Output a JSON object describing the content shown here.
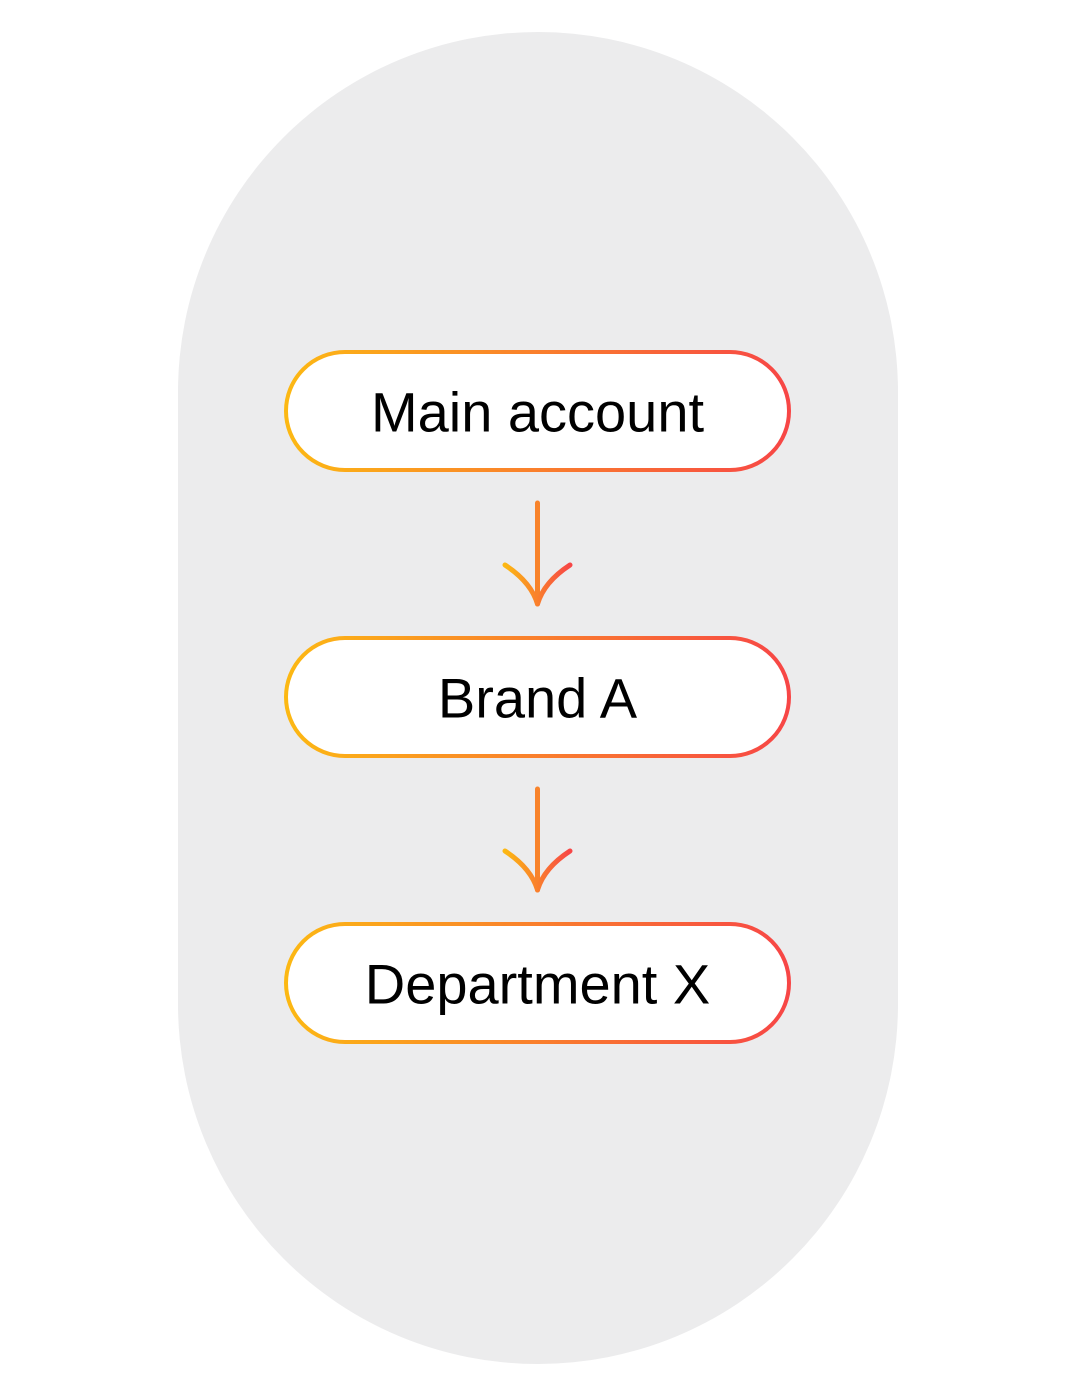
{
  "diagram": {
    "colors": {
      "background": "#ffffff",
      "container": "#ececed",
      "node_fill": "#ffffff",
      "gradient_start": "#fcb813",
      "gradient_end": "#f74646",
      "arrow": "#f8832b",
      "text": "#000000"
    },
    "nodes": [
      {
        "label": "Main account"
      },
      {
        "label": "Brand A"
      },
      {
        "label": "Department X"
      }
    ],
    "edges": [
      {
        "from": "Main account",
        "to": "Brand A"
      },
      {
        "from": "Brand A",
        "to": "Department X"
      }
    ]
  }
}
